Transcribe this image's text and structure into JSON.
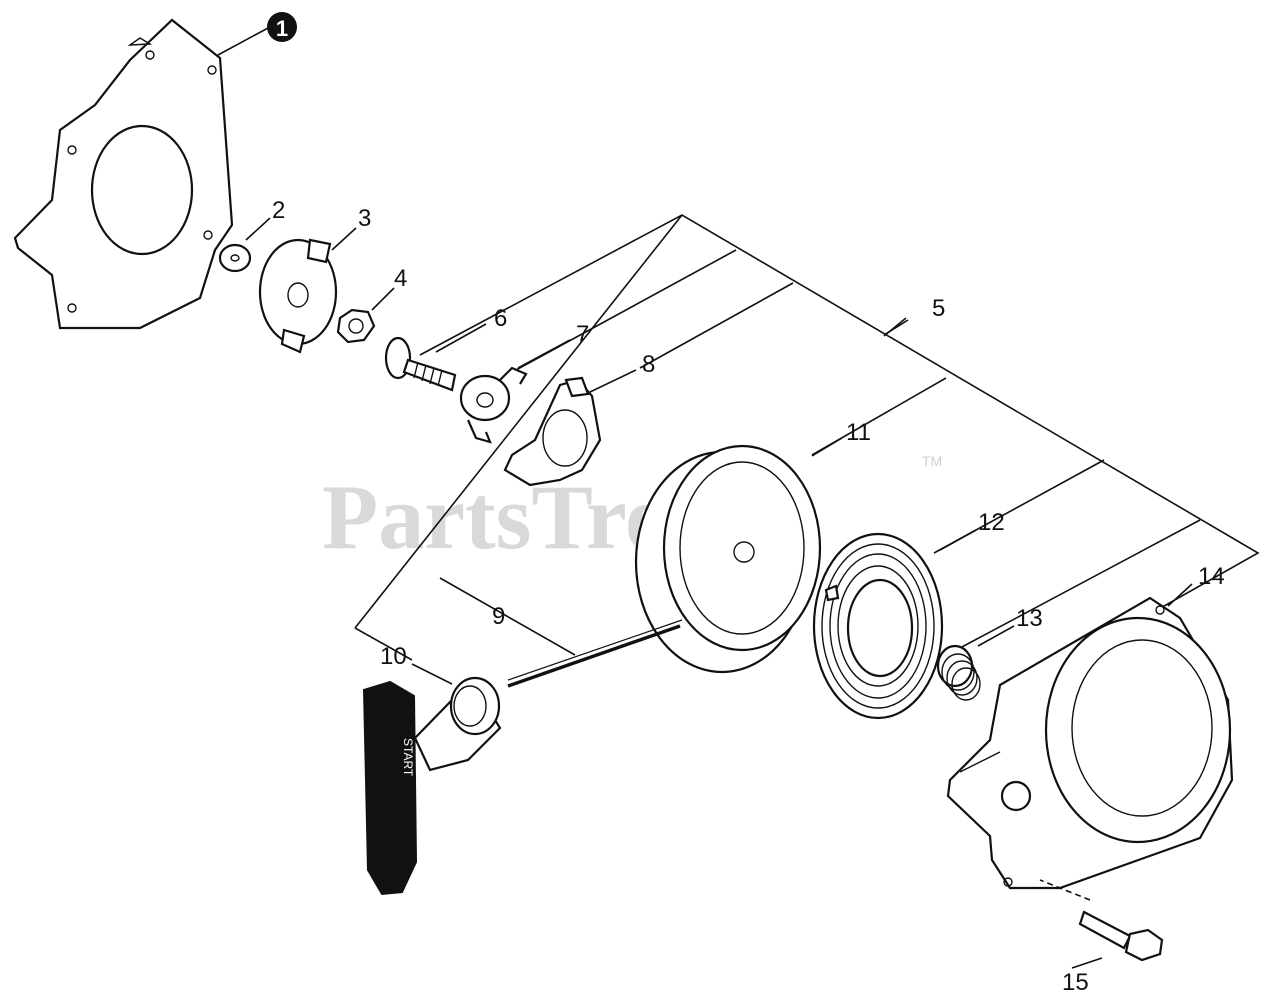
{
  "watermark": {
    "text": "PartsTree",
    "trademark": "TM"
  },
  "callouts": [
    {
      "id": "1",
      "label": "1",
      "circled": true
    },
    {
      "id": "2",
      "label": "2"
    },
    {
      "id": "3",
      "label": "3"
    },
    {
      "id": "4",
      "label": "4"
    },
    {
      "id": "5",
      "label": "5"
    },
    {
      "id": "6",
      "label": "6"
    },
    {
      "id": "7",
      "label": "7"
    },
    {
      "id": "8",
      "label": "8"
    },
    {
      "id": "9",
      "label": "9"
    },
    {
      "id": "10",
      "label": "10"
    },
    {
      "id": "11",
      "label": "11"
    },
    {
      "id": "12",
      "label": "12"
    },
    {
      "id": "13",
      "label": "13"
    },
    {
      "id": "14",
      "label": "14"
    },
    {
      "id": "15",
      "label": "15"
    }
  ],
  "handle_text": "START",
  "colors": {
    "line": "#111111",
    "watermark": "#d9d9d9",
    "callout_fill": "#111111"
  }
}
